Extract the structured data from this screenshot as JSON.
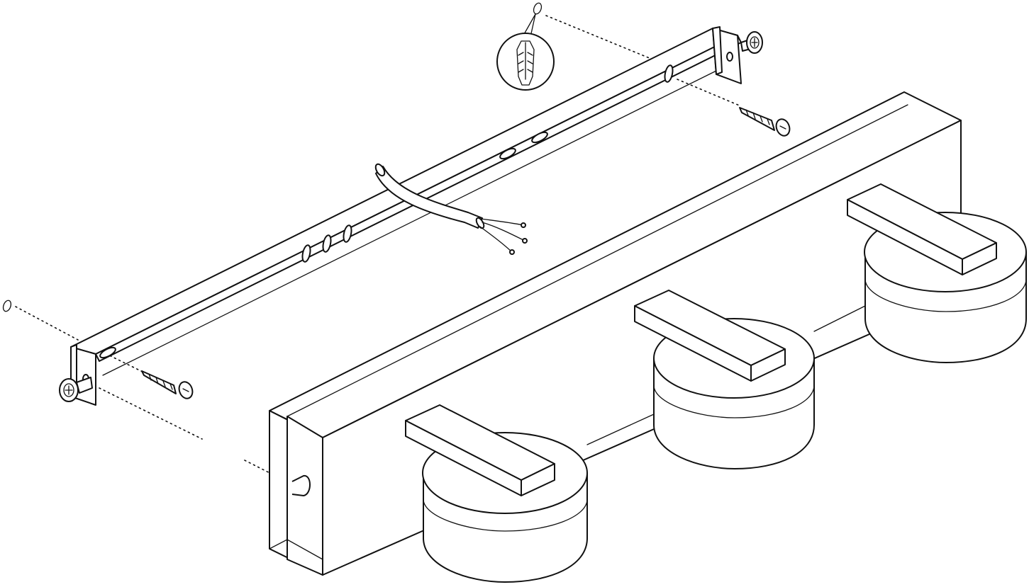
{
  "diagram": {
    "kind": "exploded installation drawing",
    "text_labels": [],
    "components": {
      "mounting_bracket": "mounting-bracket",
      "wall_plugs": 2,
      "wall_screws": 2,
      "bracket_screws": 2,
      "lamp_heads": 3,
      "wire_conductors": 3
    },
    "colors": {
      "line": "#111111",
      "background": "#ffffff"
    }
  }
}
